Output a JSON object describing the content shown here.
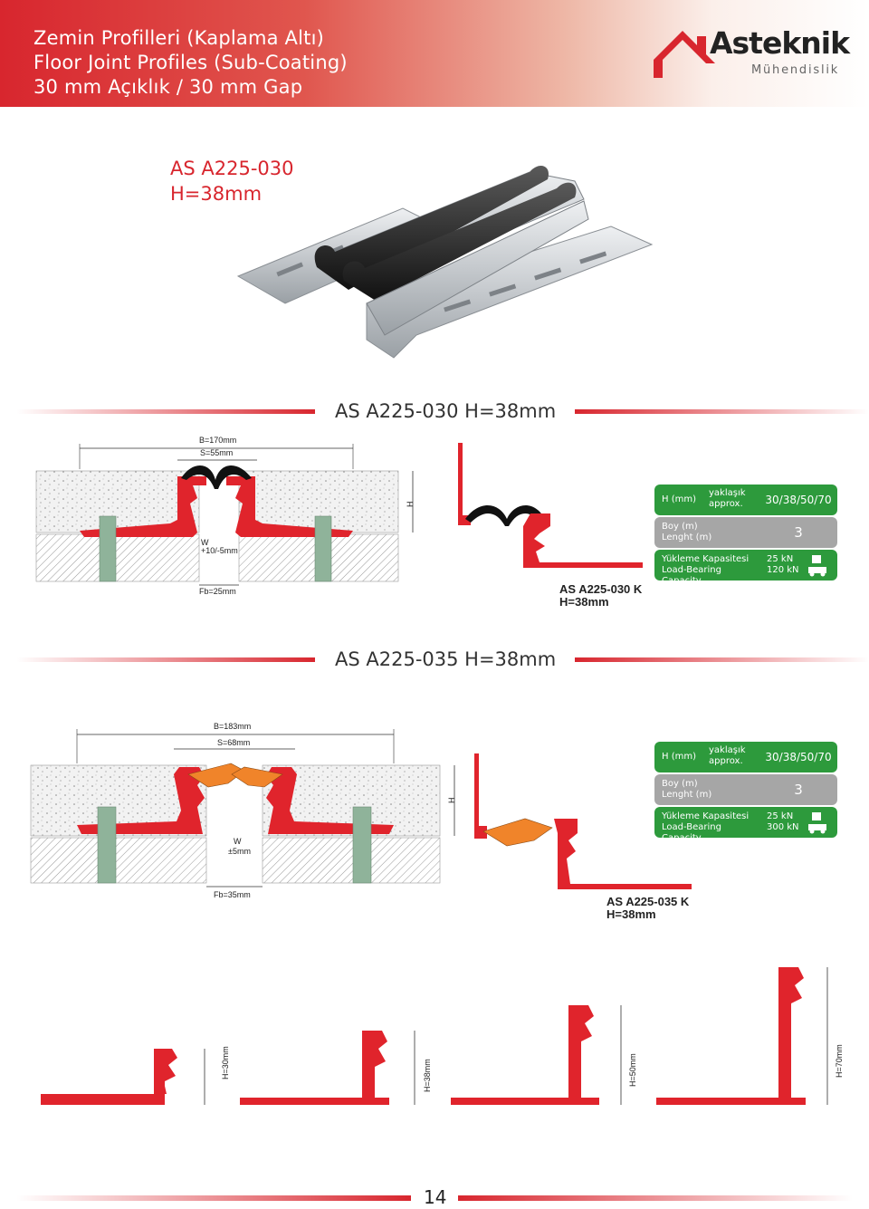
{
  "header": {
    "line1": "Zemin Profilleri (Kaplama Altı)",
    "line2": "Floor Joint Profiles (Sub-Coating)",
    "line3": "30 mm Açıklık / 30 mm Gap"
  },
  "logo": {
    "name": "Asteknik",
    "subtitle": "Mühendislik"
  },
  "product": {
    "code": "AS A225-030",
    "height": "H=38mm"
  },
  "sections": [
    {
      "title": "AS A225-030 H=38mm",
      "dims": {
        "b": "B=170mm",
        "s": "S=55mm",
        "w1": "W",
        "w2": "+10/-5mm",
        "fb": "Fb=25mm",
        "h": "H"
      },
      "caption1": "AS A225-030 K",
      "caption2": "H=38mm",
      "spec": {
        "h_label": "H (mm)",
        "approx_tr": "yaklaşık",
        "approx_en": "approx.",
        "h_value": "30/38/50/70",
        "len_tr": "Boy (m)",
        "len_en": "Lenght (m)",
        "len_value": "3",
        "load_tr": "Yükleme Kapasitesi",
        "load_en": "Load-Bearing Capacity",
        "load1": "25 kN",
        "load2": "120 kN"
      }
    },
    {
      "title": "AS A225-035 H=38mm",
      "dims": {
        "b": "B=183mm",
        "s": "S=68mm",
        "w1": "W",
        "w2": "±5mm",
        "fb": "Fb=35mm",
        "h": "H"
      },
      "caption1": "AS A225-035 K",
      "caption2": "H=38mm",
      "spec": {
        "h_label": "H (mm)",
        "approx_tr": "yaklaşık",
        "approx_en": "approx.",
        "h_value": "30/38/50/70",
        "len_tr": "Boy (m)",
        "len_en": "Lenght (m)",
        "len_value": "3",
        "load_tr": "Yükleme Kapasitesi",
        "load_en": "Load-Bearing Capacity",
        "load1": "25 kN",
        "load2": "300 kN"
      }
    }
  ],
  "variants": [
    "H=30mm",
    "H=38mm",
    "H=50mm",
    "H=70mm"
  ],
  "page_number": "14",
  "colors": {
    "brand_red": "#d8262e",
    "green": "#2d9a3c",
    "grey": "#a6a6a6",
    "orange": "#f0842a"
  }
}
